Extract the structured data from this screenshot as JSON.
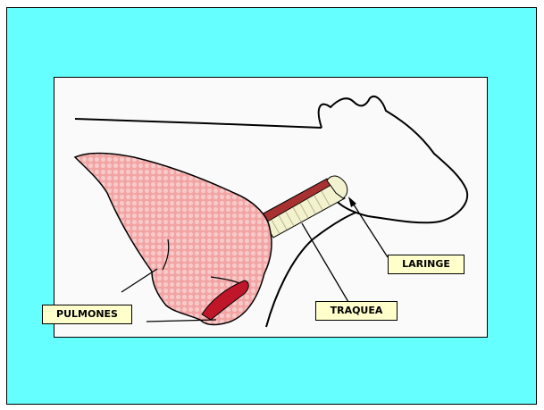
{
  "diagram": {
    "labels": {
      "pulmones": "PULMONES",
      "traquea": "TRAQUEA",
      "laringe": "LARINGE"
    },
    "colors": {
      "slide_background": "#66ffff",
      "panel_background": "#fafafa",
      "label_background": "#ffffcc",
      "lung_fill": "#f4a7a7",
      "trachea_fill": "#f3f2cf",
      "esophagus_fill": "#a83232",
      "bronchus_fill": "#c0162a"
    }
  }
}
